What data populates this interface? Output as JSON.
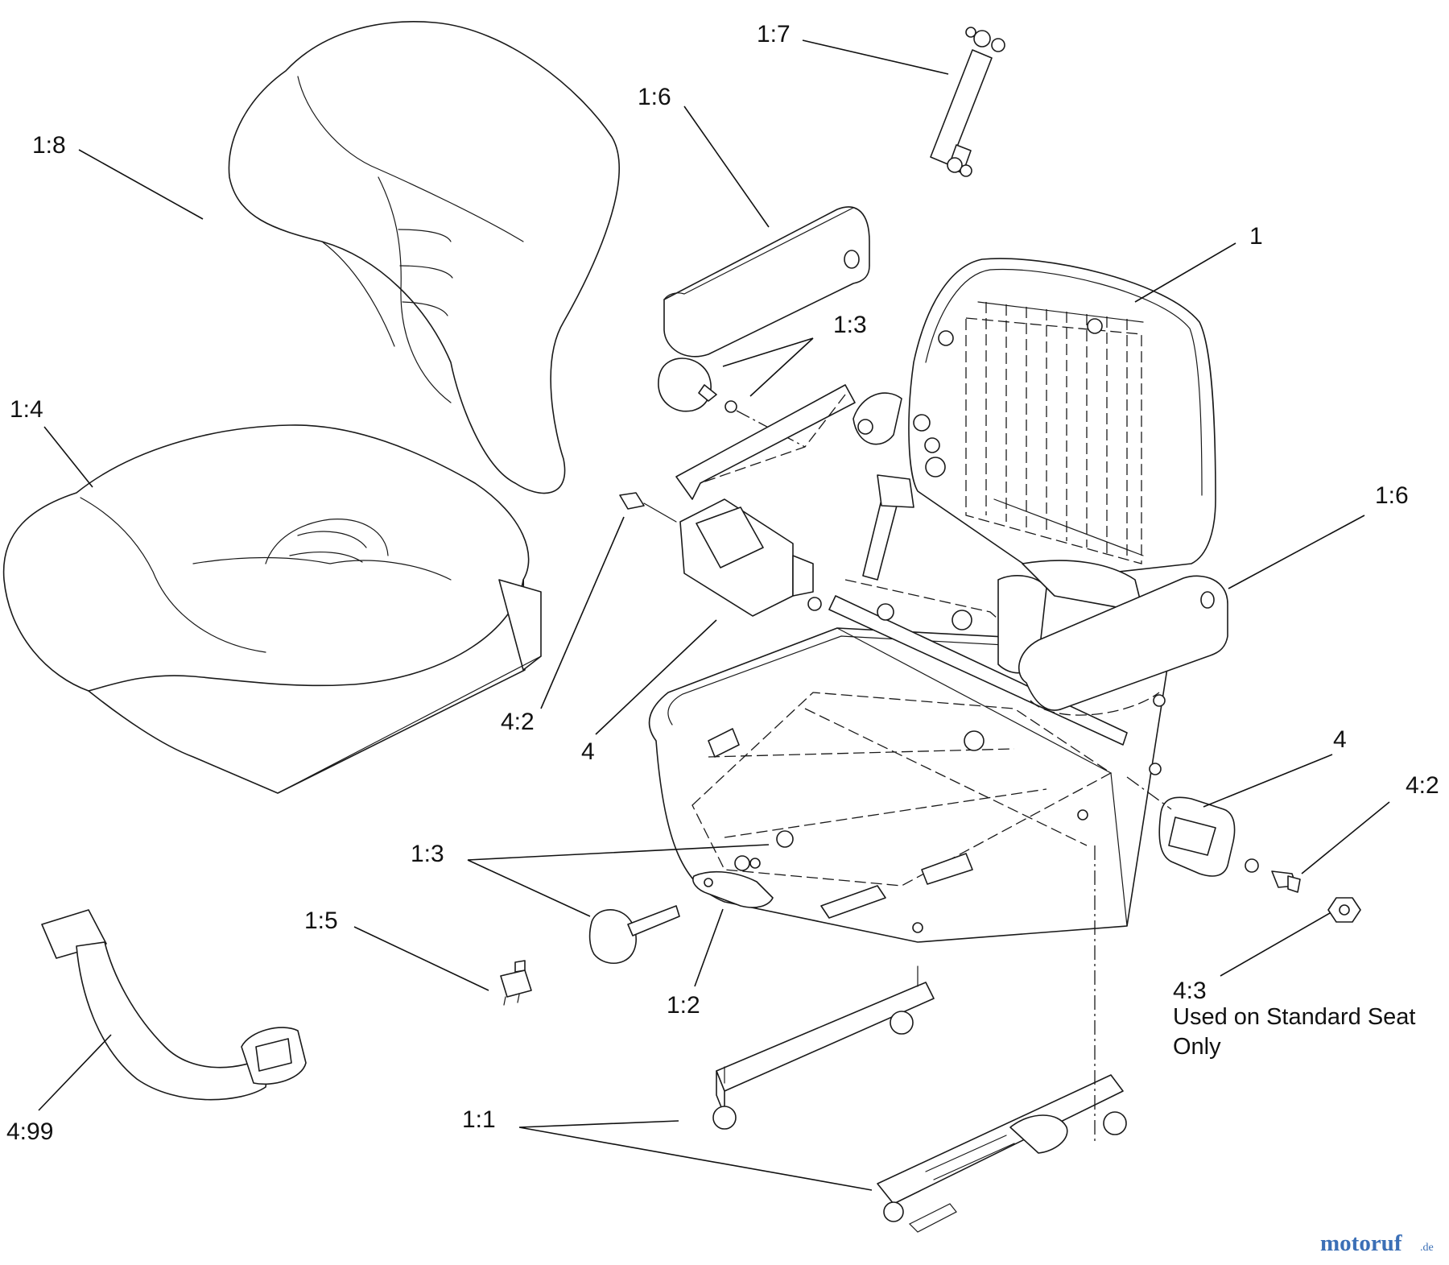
{
  "labels": {
    "l_1_7": "1:7",
    "l_1_6_top": "1:6",
    "l_1_8": "1:8",
    "l_1_3_top": "1:3",
    "l_1": "1",
    "l_1_4": "1:4",
    "l_1_6_right": "1:6",
    "l_4_2_left": "4:2",
    "l_4_left": "4",
    "l_4_right": "4",
    "l_4_2_right": "4:2",
    "l_1_3_bottom": "1:3",
    "l_1_5": "1:5",
    "l_1_2": "1:2",
    "l_4_3": "4:3",
    "l_4_99": "4:99",
    "l_1_1": "1:1"
  },
  "note": {
    "line1": "Used on Standard Seat",
    "line2": "Only"
  },
  "watermark": {
    "brand": "motoruf",
    "suffix": ".de"
  },
  "colors": {
    "line": "#1a1a1a",
    "watermark": "#3b6fb6"
  }
}
